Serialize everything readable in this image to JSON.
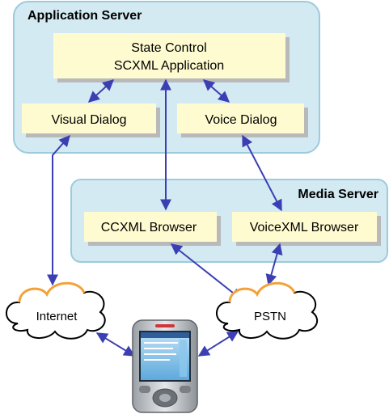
{
  "groups": {
    "app_server": "Application Server",
    "media_server": "Media Server"
  },
  "boxes": {
    "state_control_line1": "State Control",
    "state_control_line2": "SCXML Application",
    "visual_dialog": "Visual Dialog",
    "voice_dialog": "Voice Dialog",
    "ccxml_browser": "CCXML Browser",
    "voicexml_browser": "VoiceXML Browser"
  },
  "networks": {
    "internet": "Internet",
    "pstn": "PSTN"
  },
  "colors": {
    "server_fill": "#d3eaf3",
    "server_stroke": "#9ccbdc",
    "box_fill": "#fffbd0",
    "box_shadow": "#b9b9b9",
    "connector": "#3b3fb3",
    "cloud_accent": "#f2a23a"
  }
}
